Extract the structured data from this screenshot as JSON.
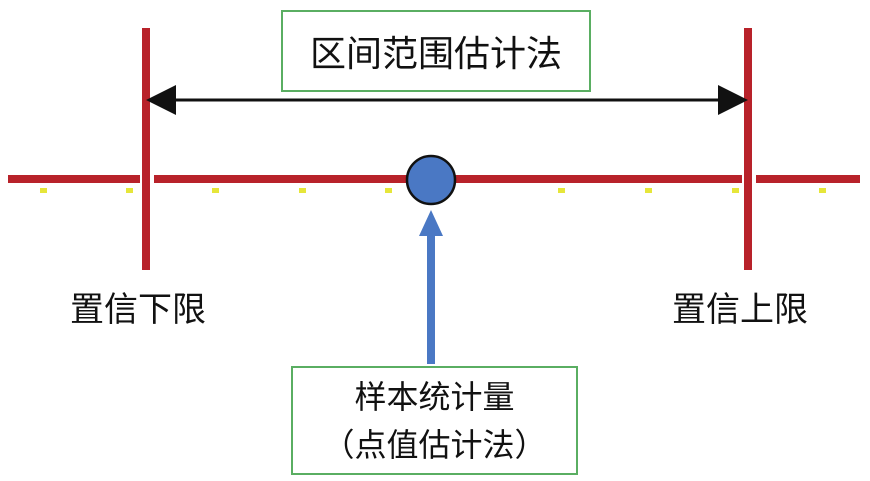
{
  "title_box": {
    "text": "区间范围估计法"
  },
  "lower_label": "置信下限",
  "upper_label": "置信上限",
  "point_box": {
    "line1": "样本统计量",
    "line2": "（点值估计法）"
  },
  "colors": {
    "axis": "#b8222a",
    "box_border": "#5aae62",
    "point": "#4a78c4",
    "arrow": "#111111",
    "tick": "#e6e63a"
  }
}
